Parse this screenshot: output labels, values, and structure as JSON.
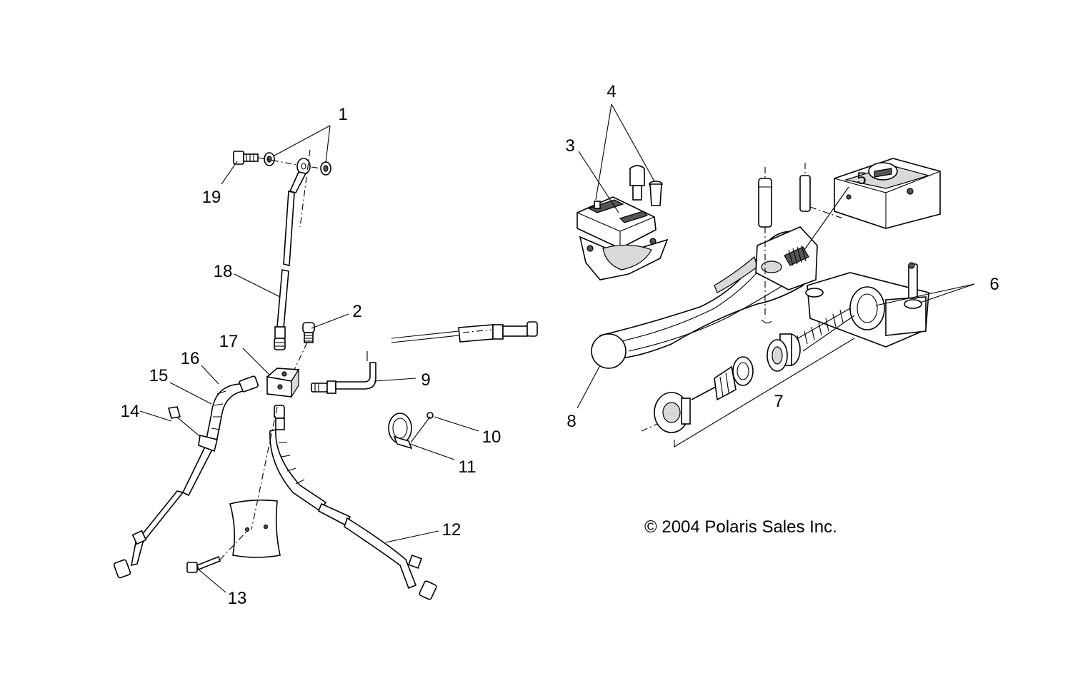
{
  "diagram": {
    "copyright": "© 2004 Polaris Sales Inc.",
    "callouts": [
      {
        "id": "1",
        "label": "1"
      },
      {
        "id": "2",
        "label": "2"
      },
      {
        "id": "3",
        "label": "3"
      },
      {
        "id": "4",
        "label": "4"
      },
      {
        "id": "5",
        "label": "5"
      },
      {
        "id": "6",
        "label": "6"
      },
      {
        "id": "7",
        "label": "7"
      },
      {
        "id": "8",
        "label": "8"
      },
      {
        "id": "9",
        "label": "9"
      },
      {
        "id": "10",
        "label": "10"
      },
      {
        "id": "11",
        "label": "11"
      },
      {
        "id": "12",
        "label": "12"
      },
      {
        "id": "13",
        "label": "13"
      },
      {
        "id": "14",
        "label": "14"
      },
      {
        "id": "15",
        "label": "15"
      },
      {
        "id": "16",
        "label": "16"
      },
      {
        "id": "17",
        "label": "17"
      },
      {
        "id": "18",
        "label": "18"
      },
      {
        "id": "19",
        "label": "19"
      }
    ]
  }
}
